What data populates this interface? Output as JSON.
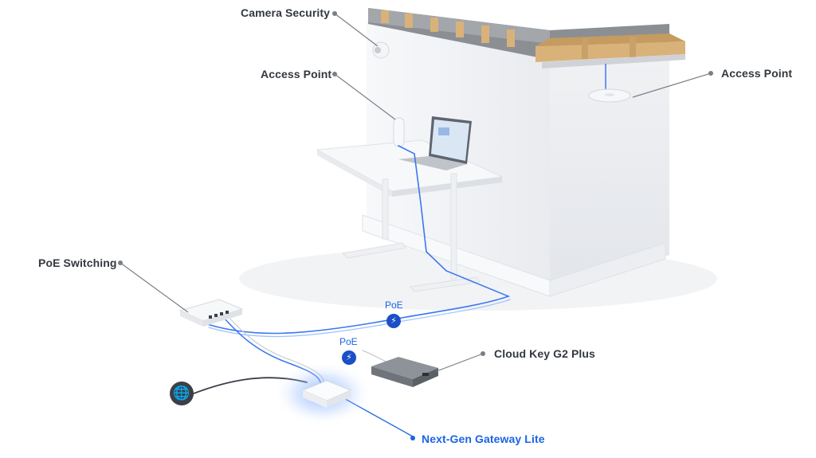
{
  "labels": {
    "camera_security": "Camera Security",
    "access_point_left": "Access Point",
    "access_point_right": "Access Point",
    "poe_switching": "PoE Switching",
    "cloud_key": "Cloud Key G2 Plus",
    "gateway": "Next-Gen Gateway Lite"
  },
  "poe_badges": [
    "PoE",
    "PoE"
  ],
  "icons": {
    "bolt": "⚡",
    "globe": "🌐",
    "bolt_name": "lightning-bolt-icon",
    "globe_name": "globe-icon"
  },
  "colors": {
    "accent": "#1a64e6",
    "cable_blue": "#3a78f0",
    "label_gray": "#33383f",
    "leader_gray": "#7a7f86",
    "wall": "#eef0f3",
    "wood": "#d9b27a"
  }
}
